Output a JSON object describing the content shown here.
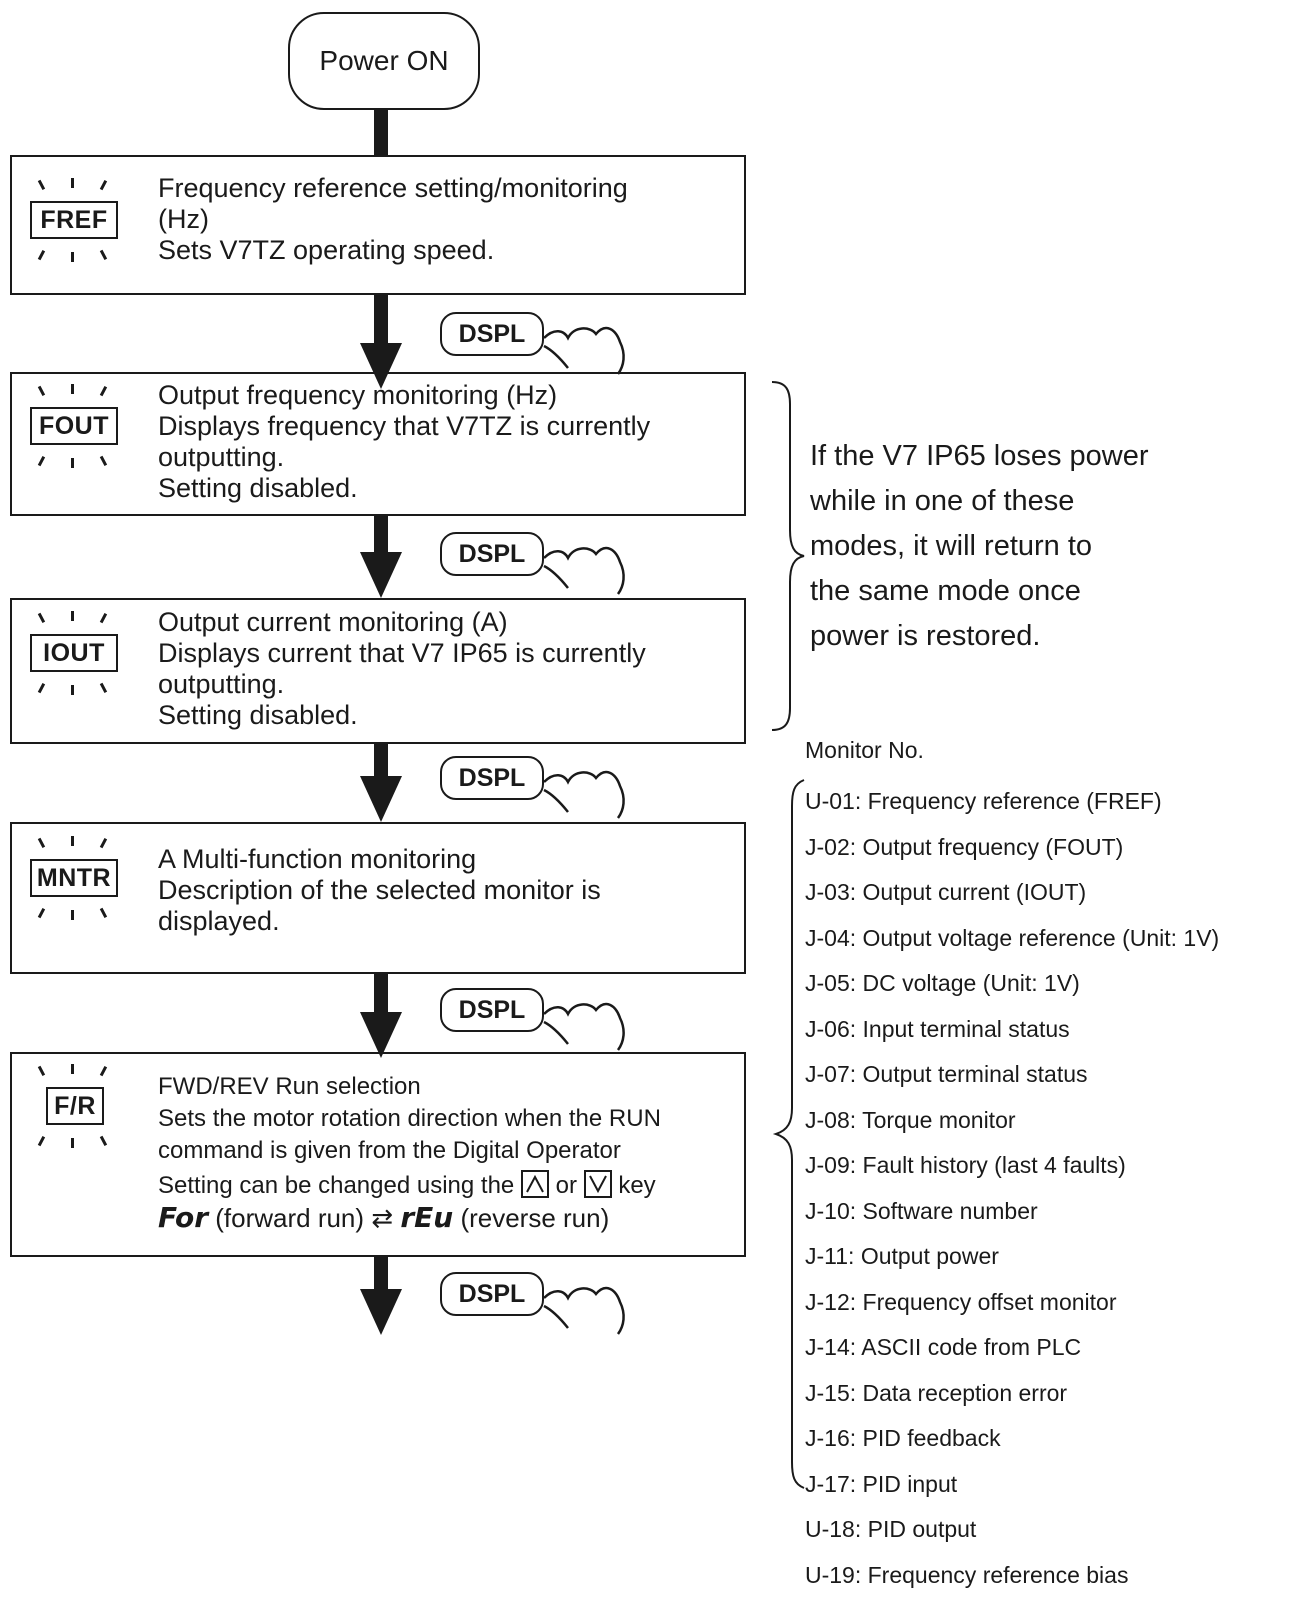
{
  "power": {
    "label": "Power ON"
  },
  "dspl_label": "DSPL",
  "modes": [
    {
      "key": "FREF",
      "lines": [
        "Frequency reference setting/monitoring",
        "(Hz)",
        "Sets V7TZ operating speed."
      ]
    },
    {
      "key": "FOUT",
      "lines": [
        "Output frequency monitoring (Hz)",
        "Displays frequency that V7TZ is currently",
        "outputting.",
        "Setting disabled."
      ]
    },
    {
      "key": "IOUT",
      "lines": [
        "Output current monitoring (A)",
        "Displays current that V7 IP65 is currently",
        "outputting.",
        "Setting disabled."
      ]
    },
    {
      "key": "MNTR",
      "lines": [
        "A Multi-function monitoring",
        "Description of the selected monitor is",
        "displayed."
      ]
    },
    {
      "key": "F/R",
      "lines": [
        "FWD/REV Run selection",
        "Sets the motor rotation direction when the RUN",
        "command is given from the Digital Operator"
      ],
      "key_line": {
        "before": "Setting can be changed using the",
        "mid": "or",
        "after": "key"
      },
      "display_line": {
        "fwd_code": "For",
        "fwd_text": "(forward run)",
        "arrow": "⇄",
        "rev_code": "rEu",
        "rev_text": "(reverse run)"
      }
    }
  ],
  "brace_note": [
    "If the V7 IP65 loses power",
    "while in one of these",
    "modes, it will return to",
    "the same mode once",
    "power is restored."
  ],
  "monitor": {
    "title": "Monitor No.",
    "items": [
      "U-01: Frequency reference (FREF)",
      "J-02: Output frequency (FOUT)",
      "J-03: Output current (IOUT)",
      "J-04: Output voltage reference (Unit: 1V)",
      "J-05: DC voltage (Unit: 1V)",
      "J-06: Input terminal status",
      "J-07: Output terminal status",
      "J-08: Torque monitor",
      "J-09: Fault history (last 4 faults)",
      "J-10: Software number",
      "J-11: Output power",
      "J-12: Frequency offset monitor",
      "J-14: ASCII code from PLC",
      "J-15: Data reception error",
      "J-16: PID feedback",
      "J-17: PID input",
      "U-18: PID output",
      "U-19: Frequency reference bias"
    ]
  }
}
